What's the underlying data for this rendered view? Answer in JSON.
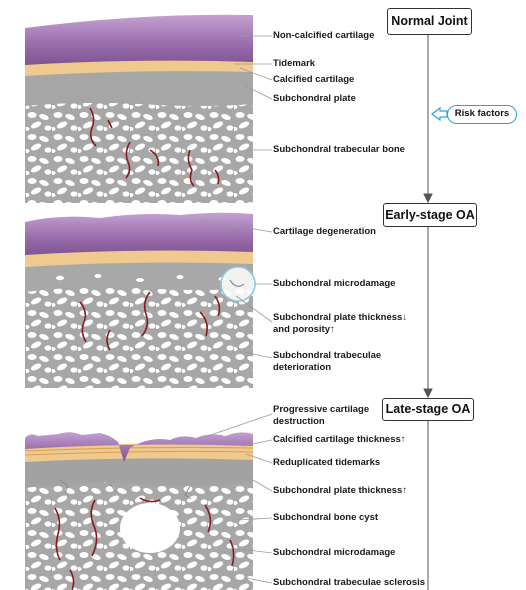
{
  "stages": [
    {
      "title": "Normal Joint",
      "labels": [
        "Non-calcified cartilage",
        "Tidemark",
        "Calcified cartilage",
        "Subchondral plate",
        "Subchondral trabecular bone"
      ]
    },
    {
      "title": "Early-stage OA",
      "labels": [
        "Cartilage degeneration",
        "Subchondral microdamage",
        "Subchondral plate thickness↓",
        "and porosity↑",
        "Subchondral trabeculae",
        "deterioration"
      ]
    },
    {
      "title": "Late-stage OA",
      "labels": [
        "Progressive cartilage",
        "destruction",
        "Calcified cartilage thickness↑",
        "Reduplicated tidemarks",
        "Subchondral plate thickness↑",
        "Subchondral bone cyst",
        "Subchondral microdamage",
        "Subchondral trabeculae sclerosis"
      ]
    }
  ],
  "risk_factors": "Risk factors",
  "colors": {
    "cartilage": "#9b6fad",
    "cartilage_light": "#c9a9d6",
    "calcified": "#f0c98f",
    "bone": "#a3a3a3",
    "vessel": "#8a1a1a",
    "accent": "#2fa3cf"
  }
}
